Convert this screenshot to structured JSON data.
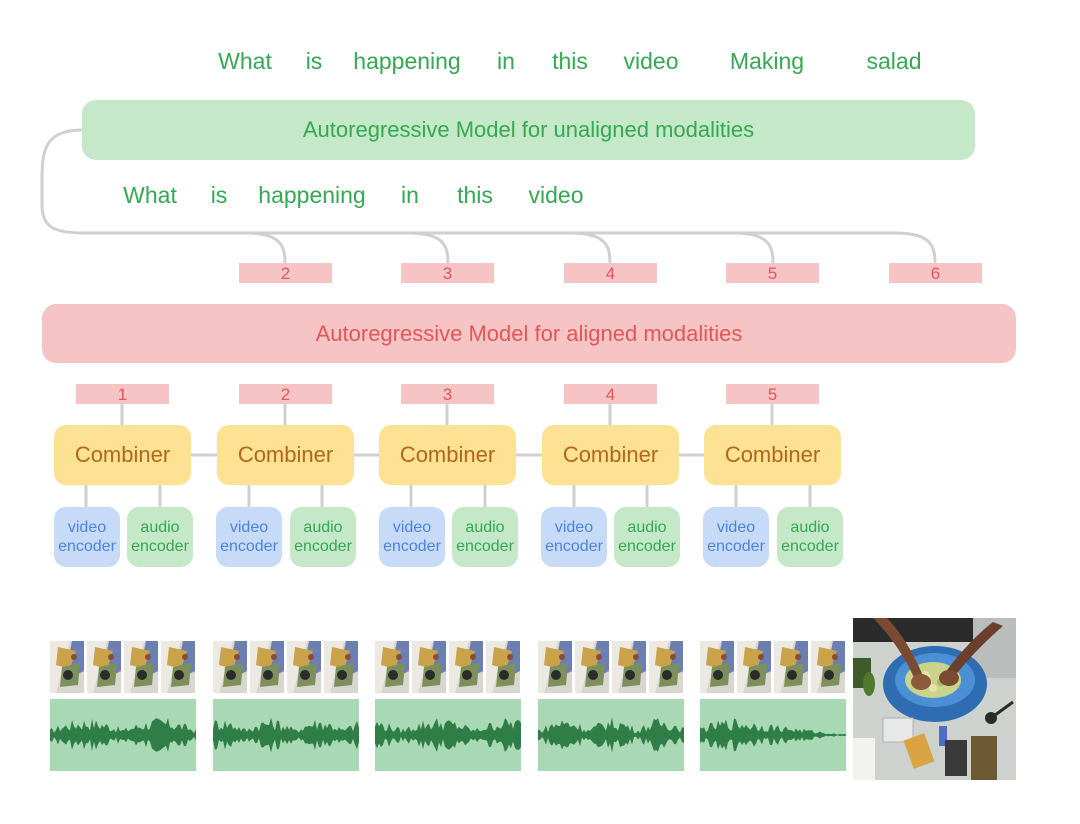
{
  "output_words": [
    "What",
    "is",
    "happening",
    "in",
    "this",
    "video",
    "Making",
    "salad"
  ],
  "input_words": [
    "What",
    "is",
    "happening",
    "in",
    "this",
    "video"
  ],
  "unaligned_model": {
    "label": "Autoregressive Model for unaligned modalities"
  },
  "aligned_model": {
    "label": "Autoregressive Model for aligned modalities"
  },
  "upper_tokens": [
    "2",
    "3",
    "4",
    "5",
    "6"
  ],
  "lower_tokens": [
    "1",
    "2",
    "3",
    "4",
    "5"
  ],
  "combiners": [
    {
      "label": "Combiner",
      "video_encoder": [
        "video",
        "encoder"
      ],
      "audio_encoder": [
        "audio",
        "encoder"
      ]
    },
    {
      "label": "Combiner",
      "video_encoder": [
        "video",
        "encoder"
      ],
      "audio_encoder": [
        "audio",
        "encoder"
      ]
    },
    {
      "label": "Combiner",
      "video_encoder": [
        "video",
        "encoder"
      ],
      "audio_encoder": [
        "audio",
        "encoder"
      ]
    },
    {
      "label": "Combiner",
      "video_encoder": [
        "video",
        "encoder"
      ],
      "audio_encoder": [
        "audio",
        "encoder"
      ]
    },
    {
      "label": "Combiner",
      "video_encoder": [
        "video",
        "encoder"
      ],
      "audio_encoder": [
        "audio",
        "encoder"
      ]
    }
  ],
  "colors": {
    "green_text": "#34a853",
    "green_fill": "#c4e8c8",
    "red_text": "#e15656",
    "red_fill": "#f6c4c4",
    "combiner_fill": "#fde294",
    "combiner_text": "#b3661d",
    "video_fill": "#c7daf7",
    "video_text": "#4b84e0",
    "connector": "#d0d0d0",
    "waveform": "#2f7d47"
  }
}
